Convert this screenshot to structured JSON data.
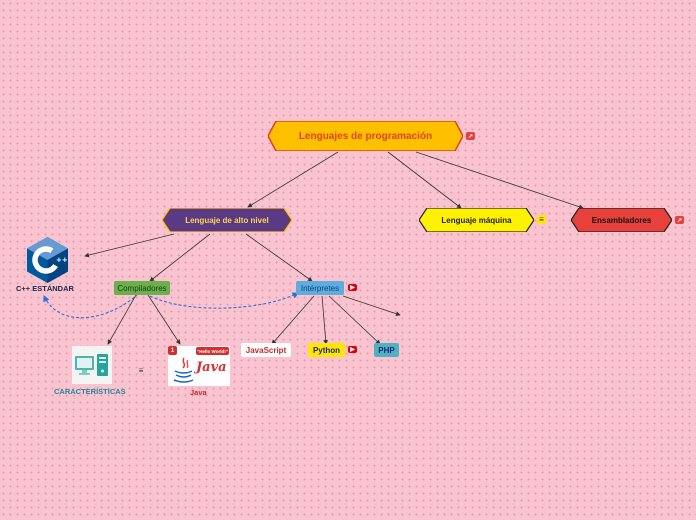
{
  "nodes": {
    "root": "Lenguajes de programación",
    "alto_nivel": "Lenguaje de alto nivel",
    "maquina": "Lenguaje máquina",
    "ensambladores": "Ensambladores",
    "compiladores": "Compiladores",
    "interpretes": "Intérpretes",
    "cpp": "C++ ESTÁNDAR",
    "caracteristicas": "CARACTERÍSTICAS",
    "java": "Java",
    "javascript": "JavaScript",
    "python": "Python",
    "php": "PHP"
  },
  "images": {
    "java_banner": "\"Hello World!\"",
    "java_wordmark": "Java",
    "java_badge": "1",
    "cpp_logo": "C++"
  },
  "icons": {
    "link": "link-icon",
    "youtube": "youtube-icon",
    "notes": "notes-icon"
  },
  "colors": {
    "root_fill": "#ffc000",
    "root_text": "#e0421a",
    "alto_fill": "#5a3a85",
    "alto_text": "#ffd54a",
    "maquina_fill": "#fff200",
    "ensambladores_fill": "#e8413c",
    "compiladores_fill": "#6ab04c",
    "interpretes_fill": "#5dade2",
    "python_fill": "#ffe600",
    "php_fill": "#4fb3bf",
    "connector": "#333333",
    "dashed": "#2f6fd8"
  }
}
